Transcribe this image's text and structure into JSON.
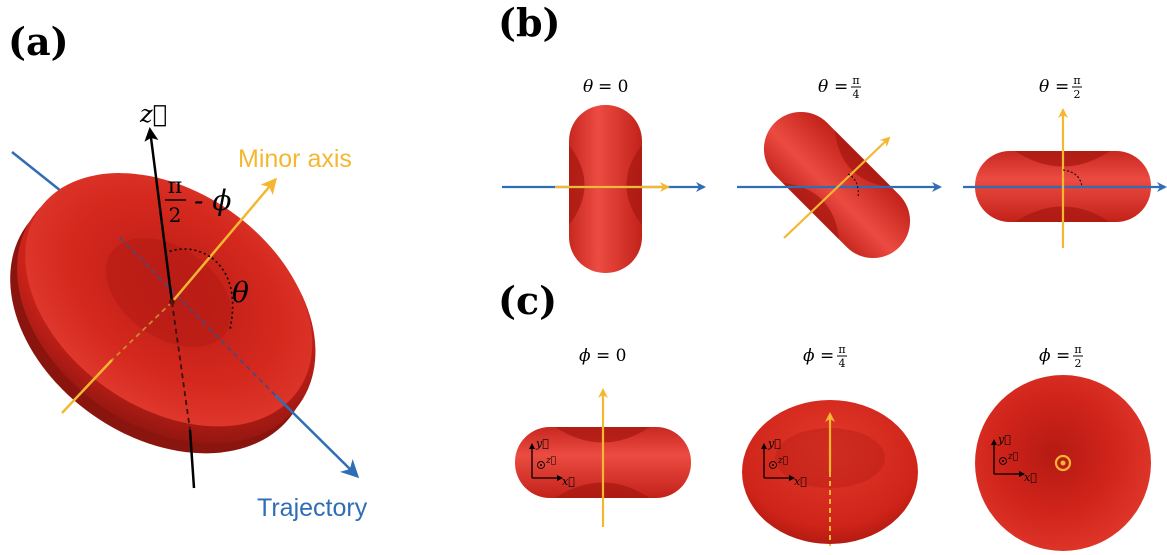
{
  "colors": {
    "cell": "#d8281c",
    "cell_dark": "#a01812",
    "cell_light": "#f05048",
    "trajectory": "#2f6db5",
    "minor_axis": "#f5b731",
    "z_axis": "#000000"
  },
  "panel_a": {
    "label": "(a)",
    "z_label": "z⃗",
    "minor_axis_label": "Minor axis",
    "trajectory_label": "Trajectory",
    "angle_half_pi_num": "π",
    "angle_half_pi_den": "2",
    "angle_minus_phi": "- ϕ",
    "theta_label": "θ"
  },
  "panel_b": {
    "label": "(b)",
    "cases": [
      {
        "lhs": "θ",
        "eq": "= 0",
        "num": "",
        "den": ""
      },
      {
        "lhs": "θ",
        "eq": "=",
        "num": "π",
        "den": "4"
      },
      {
        "lhs": "θ",
        "eq": "=",
        "num": "π",
        "den": "2"
      }
    ]
  },
  "panel_c": {
    "label": "(c)",
    "cases": [
      {
        "lhs": "ϕ",
        "eq": "= 0",
        "num": "",
        "den": ""
      },
      {
        "lhs": "ϕ",
        "eq": "=",
        "num": "π",
        "den": "4"
      },
      {
        "lhs": "ϕ",
        "eq": "=",
        "num": "π",
        "den": "2"
      }
    ],
    "axes": {
      "y": "y⃗",
      "z": "z⃗",
      "x": "x⃗"
    }
  }
}
